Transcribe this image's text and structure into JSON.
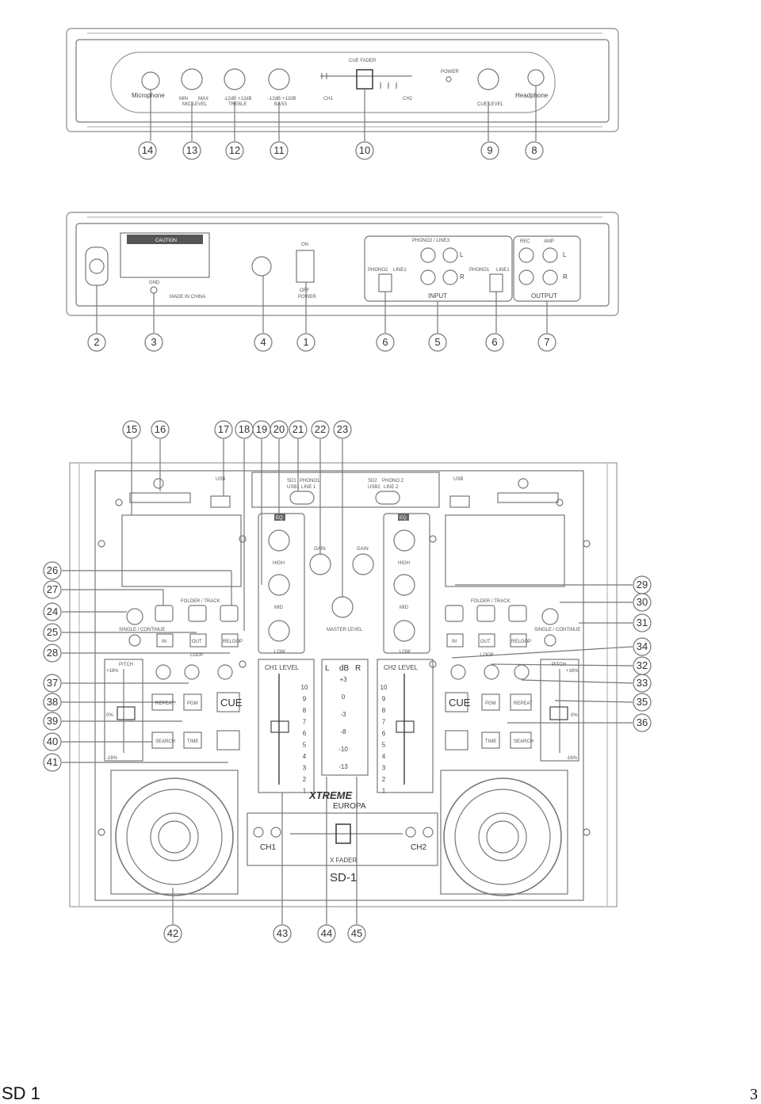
{
  "top_panel": {
    "microphone": "Microphone",
    "mic_level": "MIC LEVEL",
    "min": "MIN",
    "max": "MAX",
    "treble": "TREBLE",
    "bass": "BASS",
    "minus12db": "-12dB",
    "plus12db": "+12dB",
    "cue_fader": "CUE FADER",
    "ch1": "CH1",
    "ch2": "CH2",
    "power": "POWER",
    "cue_level": "CUE LEVEL",
    "headphone": "Headphone"
  },
  "rear_panel": {
    "warning_title": "CAUTION",
    "made_in_china": "MADE IN CHINA",
    "gnd": "GND",
    "on": "ON",
    "off": "OFF",
    "power": "POWER",
    "phono2_line3": "PHONO2 / LINE3",
    "phono1_line1": "PHONO1 / LINE1",
    "phono2": "PHONO2",
    "line1": "LINE1",
    "phono1": "PHONO1",
    "line1b": "LINE1",
    "l": "L",
    "r": "R",
    "input": "INPUT",
    "rec": "REC",
    "amp": "AMP",
    "output": "OUTPUT"
  },
  "mixer": {
    "usb": "USB",
    "sd1": "SD1",
    "phono1": "PHONO1",
    "usb1": "USB1",
    "line1": "LINE 1",
    "sd2": "SD2",
    "phono2": "PHONO 2",
    "usb2": "USB2",
    "line2": "LINE 2",
    "eq": "EQ",
    "gain": "GAIN",
    "high": "HIGH",
    "mid": "MID",
    "low": "LOW",
    "master_level": "MASTER LEVEL",
    "folder_track": "FOLDER / TRACK",
    "single_cont": "SINGLE / CONTINUE",
    "in": "IN",
    "out": "OUT",
    "reloop": "RELOOP",
    "loop": "LOOP",
    "pitch": "PITCH",
    "repeat": "REPEAT",
    "pgm": "PGM",
    "cue": "CUE",
    "search": "SEARCH",
    "time": "TIME",
    "ch1_level": "CH1 LEVEL",
    "ch2_level": "CH2 LEVEL",
    "l": "L",
    "db": "dB",
    "r": "R",
    "db_values": [
      "+3",
      "0",
      "-3",
      "-8",
      "-10",
      "-13"
    ],
    "level_ticks": [
      "10",
      "9",
      "8",
      "7",
      "6",
      "5",
      "4",
      "3",
      "2",
      "1"
    ],
    "ch1": "CH1",
    "ch2": "CH2",
    "x_fader": "X FADER",
    "brand": "XTREME",
    "brand_sub": "EUROPA",
    "model": "SD-1",
    "pitch_plus": "+16%",
    "pitch_zero": "0%",
    "pitch_minus": "-16%"
  },
  "callouts_top": [
    "14",
    "13",
    "12",
    "11",
    "10",
    "9",
    "8"
  ],
  "callouts_rear": [
    "2",
    "3",
    "4",
    "1",
    "6",
    "5",
    "6",
    "7"
  ],
  "callouts_mixer_top": [
    "15",
    "16",
    "17",
    "18",
    "19",
    "20",
    "21",
    "22",
    "23"
  ],
  "callouts_left": [
    "26",
    "27",
    "24",
    "25",
    "28",
    "37",
    "38",
    "39",
    "40",
    "41"
  ],
  "callouts_right": [
    "29",
    "30",
    "31",
    "34",
    "32",
    "33",
    "35",
    "36"
  ],
  "callouts_bottom": [
    "42",
    "43",
    "44",
    "45"
  ],
  "footer": {
    "title": "SD 1",
    "page": "3"
  }
}
